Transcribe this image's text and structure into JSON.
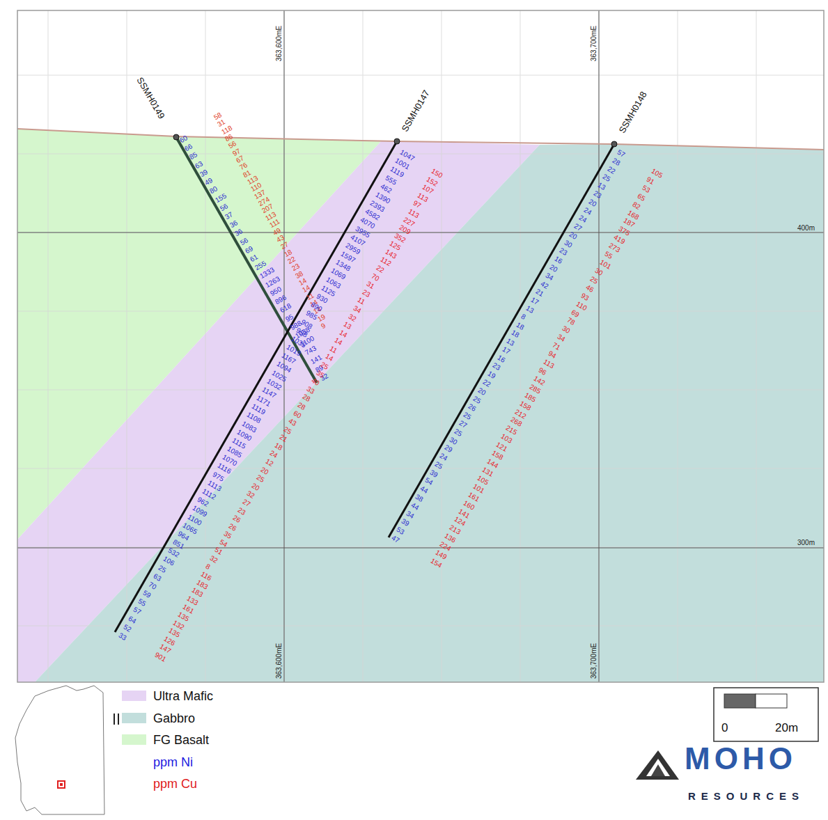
{
  "diagram": {
    "labels": [
      "SSMH0149",
      "SSMH0147",
      "SSMH0148",
      "363,600mE",
      "363,700mE",
      "363,600mE",
      "363,700mE",
      "400m",
      "300m",
      "0",
      "20m",
      "MOHO",
      "RESOURCES",
      "60",
      "66",
      "85",
      "63",
      "39",
      "49",
      "80",
      "155",
      "56",
      "37",
      "36",
      "36",
      "56",
      "69",
      "61",
      "255",
      "1333",
      "1263",
      "950",
      "896",
      "618",
      "95",
      "988",
      "1038",
      "1100",
      "743",
      "141",
      "89",
      "32",
      "58",
      "31",
      "118",
      "86",
      "56",
      "97",
      "67",
      "76",
      "81",
      "113",
      "110",
      "137",
      "274",
      "207",
      "113",
      "111",
      "49",
      "43",
      "27",
      "18",
      "22",
      "23",
      "38",
      "14",
      "14",
      "11",
      "14",
      "14",
      "19",
      "9",
      "1047",
      "1001",
      "1119",
      "555",
      "462",
      "1390",
      "2393",
      "4582",
      "4070",
      "3955",
      "4107",
      "2959",
      "1597",
      "1348",
      "1069",
      "1063",
      "1125",
      "930",
      "890",
      "985",
      "908",
      "998",
      "1035",
      "1019",
      "1167",
      "1094",
      "1025",
      "1032",
      "1147",
      "1171",
      "1119",
      "1108",
      "1083",
      "1090",
      "1115",
      "1085",
      "1070",
      "1116",
      "975",
      "1113",
      "1112",
      "962",
      "1099",
      "1100",
      "1065",
      "964",
      "851",
      "532",
      "106",
      "25",
      "63",
      "70",
      "59",
      "55",
      "57",
      "64",
      "52",
      "33",
      "150",
      "152",
      "107",
      "113",
      "97",
      "113",
      "227",
      "209",
      "352",
      "125",
      "143",
      "112",
      "22",
      "70",
      "31",
      "23",
      "11",
      "34",
      "32",
      "13",
      "14",
      "14",
      "11",
      "14",
      "25",
      "35",
      "40",
      "33",
      "28",
      "28",
      "60",
      "43",
      "25",
      "21",
      "18",
      "24",
      "12",
      "20",
      "25",
      "20",
      "32",
      "27",
      "23",
      "26",
      "26",
      "35",
      "54",
      "51",
      "32",
      "8",
      "116",
      "183",
      "183",
      "133",
      "161",
      "135",
      "132",
      "135",
      "126",
      "147",
      "901",
      "57",
      "28",
      "22",
      "25",
      "13",
      "23",
      "20",
      "24",
      "24",
      "27",
      "20",
      "30",
      "23",
      "16",
      "20",
      "34",
      "42",
      "21",
      "17",
      "13",
      "8",
      "18",
      "18",
      "13",
      "17",
      "16",
      "23",
      "19",
      "22",
      "20",
      "25",
      "26",
      "25",
      "27",
      "25",
      "30",
      "29",
      "24",
      "25",
      "39",
      "54",
      "44",
      "38",
      "44",
      "34",
      "39",
      "53",
      "47",
      "105",
      "91",
      "53",
      "65",
      "82",
      "168",
      "187",
      "375",
      "419",
      "273",
      "55",
      "101",
      "30",
      "25",
      "46",
      "93",
      "110",
      "69",
      "78",
      "30",
      "34",
      "71",
      "94",
      "113",
      "96",
      "142",
      "285",
      "185",
      "158",
      "212",
      "268",
      "215",
      "103",
      "121",
      "158",
      "144",
      "131",
      "105",
      "101",
      "161",
      "160",
      "141",
      "124",
      "213",
      "136",
      "224",
      "149",
      "154"
    ],
    "legend": [
      {
        "text": "Ultra Mafic",
        "color": "#e6d4f4"
      },
      {
        "text": "Gabbro",
        "color": "#c2dedc"
      },
      {
        "text": "FG Basalt",
        "color": "#d5f6cd"
      },
      {
        "text": "ppm Ni"
      },
      {
        "text": "ppm Cu"
      }
    ]
  }
}
